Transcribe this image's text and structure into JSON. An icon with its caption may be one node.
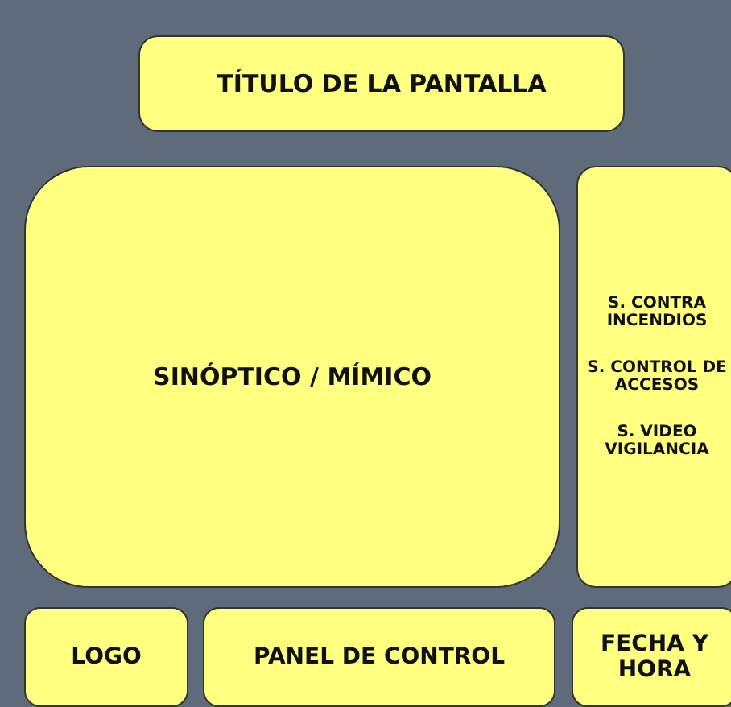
{
  "diagram": {
    "nodes": [
      {
        "text": [
          "TÍTULO DE LA PANTALLA"
        ]
      },
      {
        "text": [
          "SINÓPTICO / MÍMICO"
        ]
      },
      {
        "text": [
          "S. CONTRA INCENDIOS",
          "S. CONTROL DE ACCESOS",
          "S. VIDEO VIGILANCIA"
        ]
      },
      {
        "text": [
          "LOGO"
        ]
      },
      {
        "text": [
          "PANEL DE CONTROL"
        ]
      },
      {
        "text": [
          "FECHA Y HORA"
        ]
      }
    ]
  }
}
